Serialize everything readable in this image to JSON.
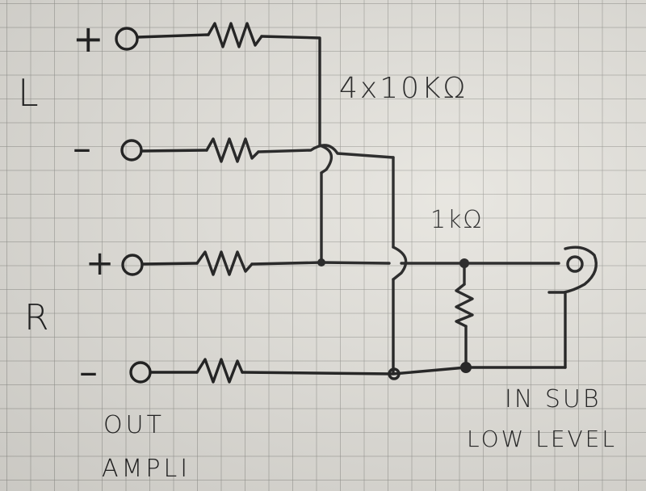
{
  "labels": {
    "left_channel": "L",
    "right_channel": "R",
    "resistor_group": "4x10KΩ",
    "load_resistor": "1kΩ",
    "input_line1": "IN SUB",
    "input_line2": "LOW LEVEL",
    "output_line1": "OUT",
    "output_line2": "AMPLI"
  },
  "signs": {
    "left_plus": "+",
    "left_minus": "–",
    "right_plus": "+",
    "right_minus": "–"
  }
}
